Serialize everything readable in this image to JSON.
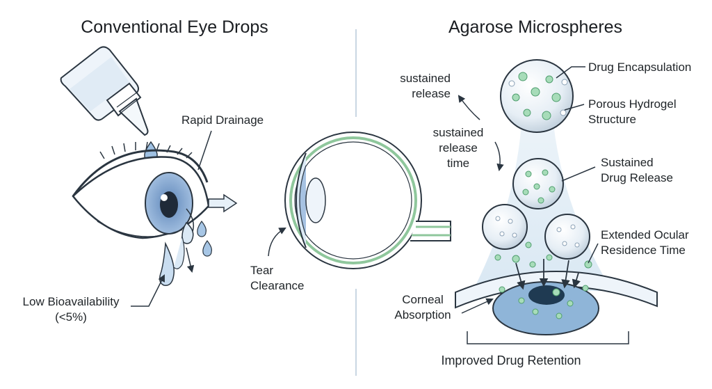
{
  "left_panel": {
    "title": "Conventional Eye Drops",
    "rapid_drainage": "Rapid Drainage",
    "low_bioavailability_line1": "Low Bioavailability",
    "low_bioavailability_line2": "(<5%)"
  },
  "center_panel": {
    "tear_clearance_line1": "Tear",
    "tear_clearance_line2": "Clearance"
  },
  "right_panel": {
    "title": "Agarose Microspheres",
    "sustained_release_line1": "sustained",
    "sustained_release_line2": "release",
    "sustained_release_time_line1": "sustained",
    "sustained_release_time_line2": "release",
    "sustained_release_time_line3": "time",
    "drug_encapsulation": "Drug Encapsulation",
    "porous_hydrogel_line1": "Porous Hydrogel",
    "porous_hydrogel_line2": "Structure",
    "sustained_drug_release_line1": "Sustained",
    "sustained_drug_release_line2": "Drug Release",
    "extended_residence_line1": "Extended Ocular",
    "extended_residence_line2": "Residence Time",
    "corneal_absorption_line1": "Corneal",
    "corneal_absorption_line2": "Absorption",
    "improved_retention": "Improved Drug Retention"
  },
  "colors": {
    "outline": "#2a3540",
    "iris_blue": "#8fb0d8",
    "pale_blue": "#dbe9f5",
    "green_accent": "#7fc79a",
    "green_dark": "#4f9e6e",
    "divider": "#b7c9d9"
  }
}
